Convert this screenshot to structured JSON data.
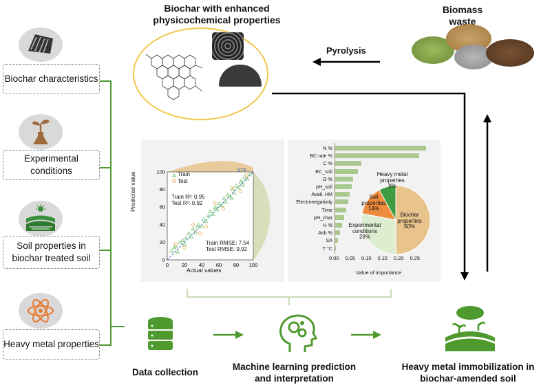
{
  "categories": [
    {
      "label": "Biochar characteristics",
      "icon": "biochar-material-icon"
    },
    {
      "label": "Experimental conditions",
      "icon": "plant-flask-icon"
    },
    {
      "label": "Soil properties in biochar treated soil",
      "icon": "soil-field-icon"
    },
    {
      "label": "Heavy metal properties",
      "icon": "atom-icon"
    }
  ],
  "top": {
    "biochar_title": "Biochar with enhanced physicochemical properties",
    "biomass_title": "Biomass waste",
    "pyrolysis": "Pyrolysis"
  },
  "scatter": {
    "legend_train": "Train",
    "legend_test": "Test",
    "eq": "y=x",
    "train_r2": "Train R²: 0.95",
    "test_r2": "Test R²: 0.92",
    "train_rmse": "Train RMSE: 7.54",
    "test_rmse": "Test RMSE: 9.92",
    "xlabel": "Actual values",
    "ylabel": "Predicted value",
    "ticks": [
      "0",
      "20",
      "40",
      "60",
      "80",
      "100"
    ]
  },
  "importance": {
    "features": [
      "N %",
      "BC rate %",
      "C %",
      "EC_soil",
      "O %",
      "pH_soil",
      "Avail. HM",
      "Electronegativity",
      "Time",
      "pH_char",
      "H %",
      "Ash %",
      "SA",
      "T °C"
    ],
    "values": [
      0.28,
      0.26,
      0.08,
      0.07,
      0.055,
      0.05,
      0.045,
      0.04,
      0.035,
      0.028,
      0.022,
      0.015,
      0.008,
      0.003
    ],
    "xticks": [
      "0.00",
      "0.05",
      "0.10",
      "0.15",
      "0.20",
      "0.25"
    ],
    "xlabel": "Value of importance",
    "pie": [
      {
        "label": "Biochar properties",
        "pct": "50%",
        "value": 50,
        "color": "#e8c38c"
      },
      {
        "label": "Experimental conditions",
        "pct": "28%",
        "value": 28,
        "color": "#dcedd0"
      },
      {
        "label": "Soil properties",
        "pct": "14%",
        "value": 14,
        "color": "#ef8b3c"
      },
      {
        "label": "Heavy metal properties",
        "pct": "8%",
        "value": 8,
        "color": "#3f9b3f"
      }
    ]
  },
  "steps": {
    "data": "Data collection",
    "ml": "Machine learning prediction and interpretation",
    "hm": "Heavy metal immobilization in biochar-amended soil"
  }
}
